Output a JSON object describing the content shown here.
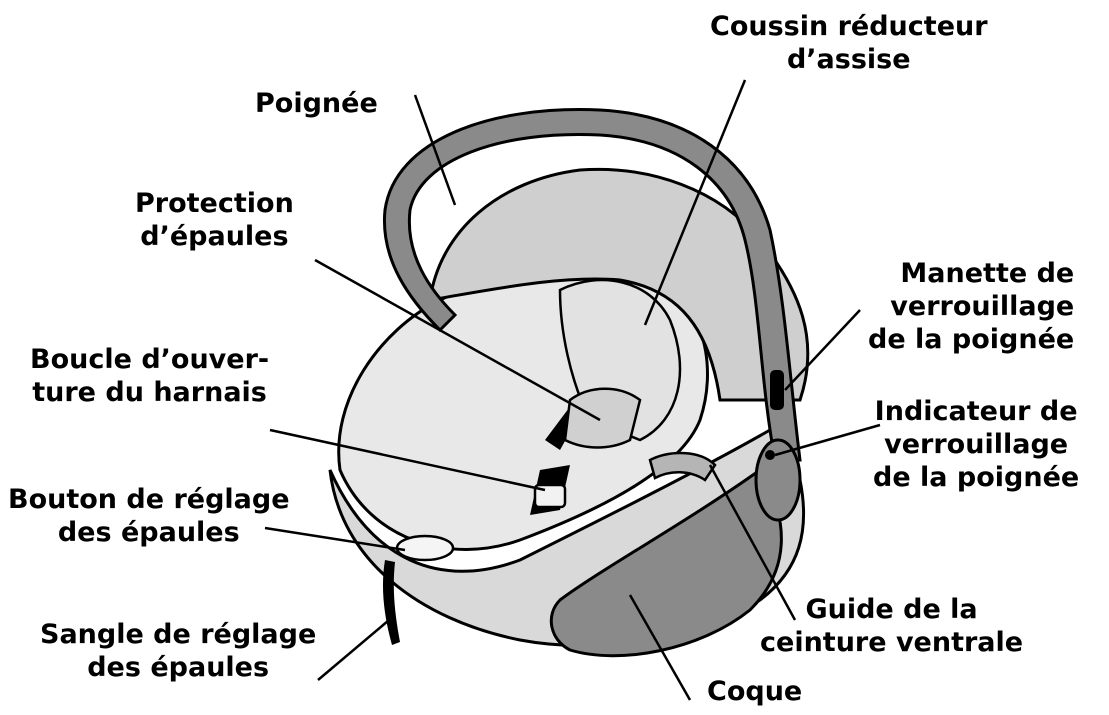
{
  "colors": {
    "ink": "#000000",
    "shell_gray": "#8a8a8a",
    "light_gray": "#d9d9d9",
    "mid_gray": "#b5b5b5",
    "background": "#ffffff"
  },
  "labels": {
    "seat_reducer": {
      "line1": "Coussin réducteur",
      "line2": "d’assise"
    },
    "handle": {
      "line1": "Poignée"
    },
    "shoulder_protection": {
      "line1": "Protection",
      "line2": "d’épaules"
    },
    "harness_buckle": {
      "line1": "Boucle d’ouver-",
      "line2": "ture du harnais"
    },
    "shoulder_button": {
      "line1": "Bouton de réglage",
      "line2": "des épaules"
    },
    "shoulder_strap": {
      "line1": "Sangle de réglage",
      "line2": "des épaules"
    },
    "handle_lock_lever": {
      "line1": "Manette de",
      "line2": "verrouillage",
      "line3": "de la poignée"
    },
    "handle_lock_indicator": {
      "line1": "Indicateur de",
      "line2": "verrouillage",
      "line3": "de la poignée"
    },
    "lap_belt_guide": {
      "line1": "Guide de la",
      "line2": "ceinture ventrale"
    },
    "shell": {
      "line1": "Coque"
    }
  }
}
